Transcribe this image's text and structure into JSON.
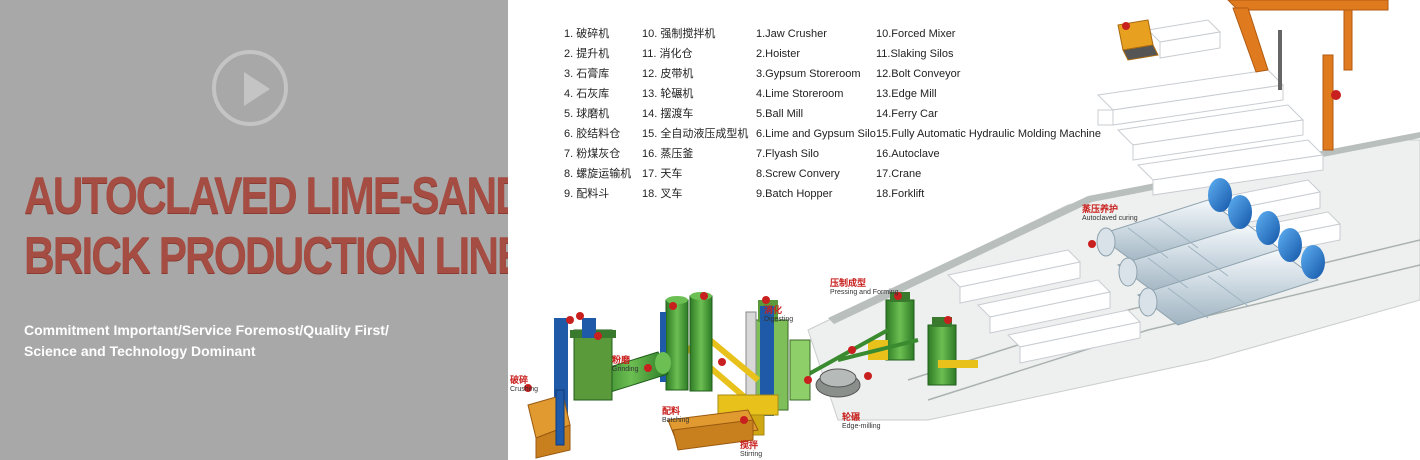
{
  "banner": {
    "title_line1": "AUTOCLAVED LIME-SAND",
    "title_line2": "BRICK PRODUCTION LINE",
    "subtitle_line1": "Commitment Important/Service Foremost/Quality First/",
    "subtitle_line2": "Science and Technology Dominant"
  },
  "legend": {
    "cn_col1": [
      "1. 破碎机",
      "2. 提升机",
      "3. 石膏库",
      "4. 石灰库",
      "5. 球磨机",
      "6. 胶结料仓",
      "7. 粉煤灰仓",
      "8. 螺旋运输机",
      "9. 配料斗"
    ],
    "cn_col2": [
      "10. 强制搅拌机",
      "11. 消化仓",
      "12. 皮带机",
      "13. 轮碾机",
      "14. 摆渡车",
      "15. 全自动液压成型机",
      "16. 蒸压釜",
      "17. 天车",
      "18. 叉车"
    ],
    "en_col1": [
      "1.Jaw Crusher",
      "2.Hoister",
      "3.Gypsum Storeroom",
      "4.Lime Storeroom",
      "5.Ball Mill",
      "6.Lime and Gypsum Silo",
      "7.Flyash Silo",
      "8.Screw Convery",
      "9.Batch Hopper"
    ],
    "en_col2": [
      "10.Forced Mixer",
      "11.Slaking Silos",
      "12.Bolt Conveyor",
      "13.Edge Mill",
      "14.Ferry Car",
      "15.Fully Automatic Hydraulic Molding Machine",
      "16.Autoclave",
      "17.Crane",
      "18.Forklift"
    ]
  },
  "stages": {
    "crushing": {
      "zh": "破碎",
      "en": "Crushing"
    },
    "grinding": {
      "zh": "粉磨",
      "en": "Grinding"
    },
    "batching": {
      "zh": "配料",
      "en": "Batching"
    },
    "stirring": {
      "zh": "搅拌",
      "en": "Stirring"
    },
    "digesting": {
      "zh": "消化",
      "en": "Digesting"
    },
    "edge_milling": {
      "zh": "轮碾",
      "en": "Edge-milling"
    },
    "pressing": {
      "zh": "压制成型",
      "en": "Pressing and Forming"
    },
    "curing": {
      "zh": "蒸压养护",
      "en": "Autoclaved curing"
    }
  },
  "colors": {
    "left_bg": "#a8a8a8",
    "title": "#a54d42",
    "machine_green": "#4a9a3a",
    "conveyor_yellow": "#e8c21a",
    "crusher_orange": "#e09a30",
    "crane_orange": "#e07a1e",
    "autoclave_blue": "#1f7ad4",
    "marker_red": "#c8201e"
  },
  "icons": {
    "play": "play-circle-icon"
  }
}
